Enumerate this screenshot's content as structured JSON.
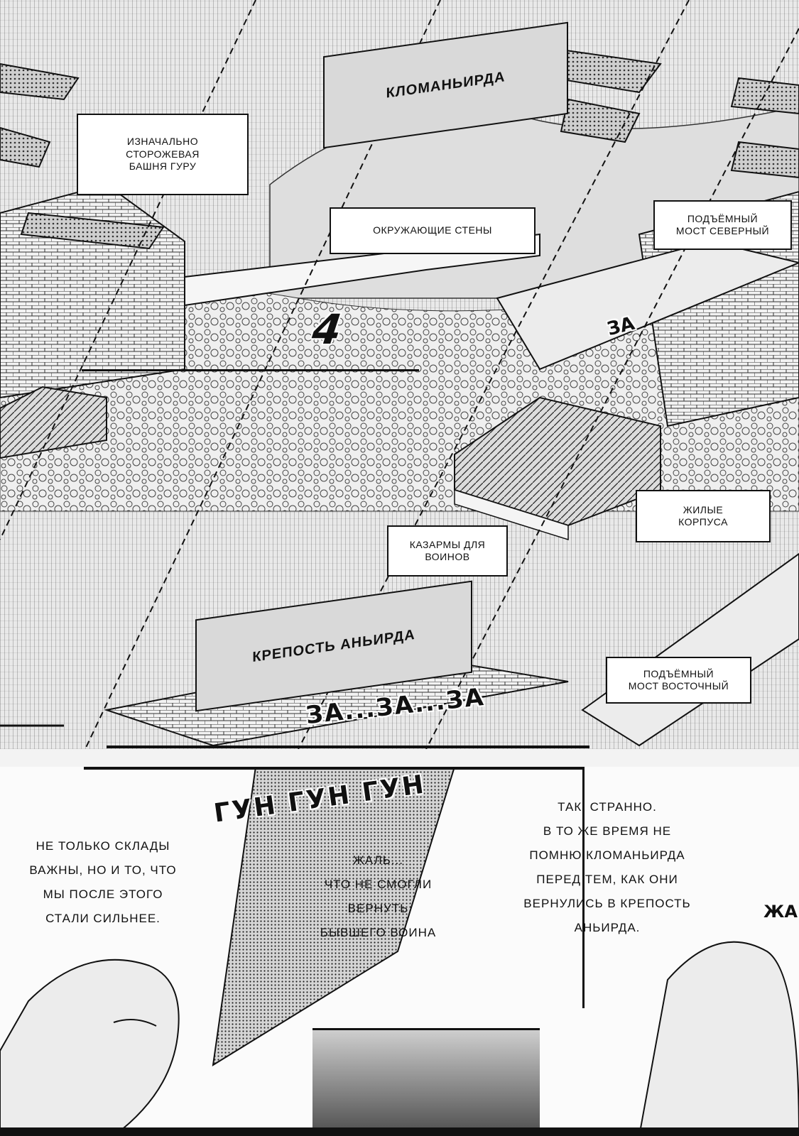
{
  "top_spread": {
    "title_plates": [
      {
        "text": "КЛОМАНЬИРДА"
      },
      {
        "text": "КРЕПОСТЬ АНЬИРДА"
      }
    ],
    "captions": [
      {
        "text": "ИЗНАЧАЛЬНО\nСТОРОЖЕВАЯ\nБАШНЯ ГУРУ"
      },
      {
        "text": "ОКРУЖАЮЩИЕ СТЕНЫ"
      },
      {
        "text": "ПОДЪЁМНЫЙ\nМОСТ СЕВЕРНЫЙ"
      },
      {
        "text": "ЖИЛЫЕ\nКОРПУСА"
      },
      {
        "text": "КАЗАРМЫ ДЛЯ\nВОИНОВ"
      },
      {
        "text": "ПОДЪЁМНЫЙ\nМОСТ ВОСТОЧНЫЙ"
      }
    ],
    "panel_number": "4",
    "sfx": [
      {
        "text": "ЗА...ЗА...ЗА"
      },
      {
        "text": "ЗА"
      }
    ]
  },
  "bottom_panel": {
    "narration": [
      {
        "text": "НЕ ТОЛЬКО СКЛАДЫ\nВАЖНЫ, НО И ТО, ЧТО\nМЫ ПОСЛЕ ЭТОГО\nСТАЛИ СИЛЬНЕЕ."
      },
      {
        "text": "ЖАЛЬ...\nЧТО НЕ СМОГЛИ ВЕРНУТЬ\nБЫВШЕГО ВОИНА"
      },
      {
        "text": "ТАК, СТРАННО.\nВ ТО ЖЕ ВРЕМЯ НЕ\nПОМНЮ КЛОМАНЬИРДА\nПЕРЕД ТЕМ, КАК ОНИ\nВЕРНУЛИСЬ В КРЕПОСТЬ\nАНЬИРДА."
      }
    ],
    "sfx": [
      {
        "text": "ГУН ГУН ГУН"
      },
      {
        "text": "ЖА"
      }
    ]
  }
}
